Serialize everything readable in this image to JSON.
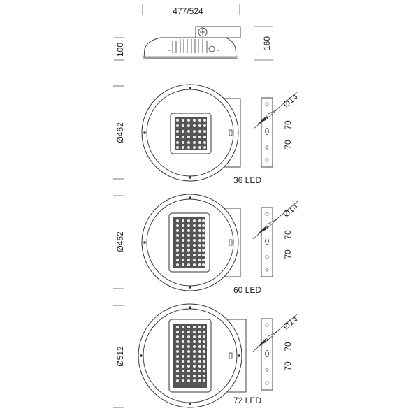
{
  "top_view": {
    "width_label": "477/524",
    "height_left_label": "100",
    "height_right_label": "160"
  },
  "views": [
    {
      "diameter_label": "Ø462",
      "led_label": "36 LED",
      "hole_label": "Ø14",
      "spacing_top": "70",
      "spacing_bottom": "70"
    },
    {
      "diameter_label": "Ø462",
      "led_label": "60 LED",
      "hole_label": "Ø14",
      "spacing_top": "70",
      "spacing_bottom": "70"
    },
    {
      "diameter_label": "Ø512",
      "led_label": "72 LED",
      "hole_label": "Ø14",
      "spacing_top": "70",
      "spacing_bottom": "70"
    }
  ]
}
